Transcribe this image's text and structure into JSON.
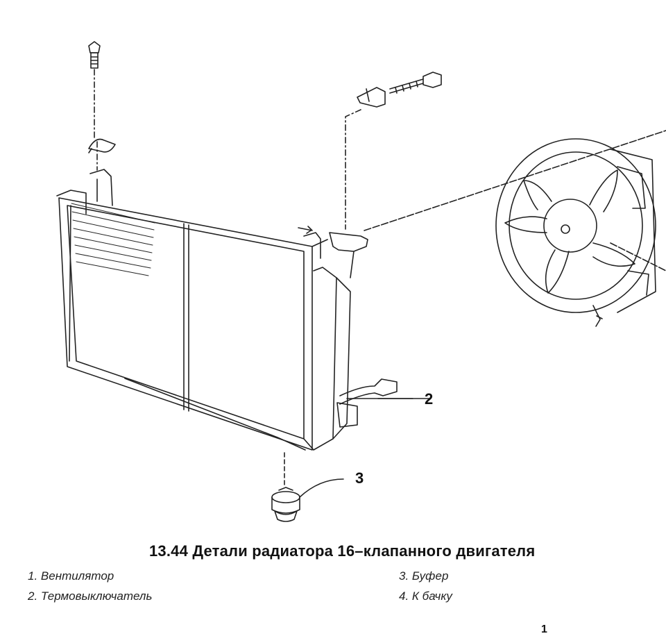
{
  "figure": {
    "caption": "13.44 Детали радиатора 16–клапанного двигателя",
    "callouts": [
      "2",
      "3"
    ],
    "legend": [
      {
        "num": "1.",
        "text": "Вентилятор"
      },
      {
        "num": "2.",
        "text": "Термовыключатель"
      },
      {
        "num": "3.",
        "text": "Буфер"
      },
      {
        "num": "4.",
        "text": "К бачку"
      }
    ],
    "corner_mark": "1"
  }
}
